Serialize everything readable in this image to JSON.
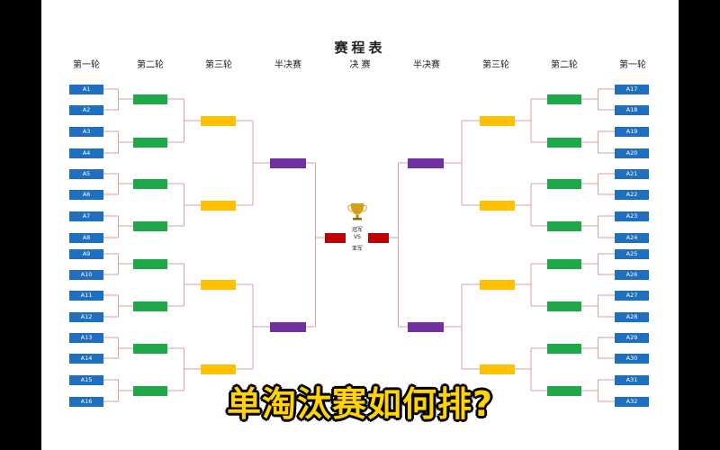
{
  "title": "赛程表",
  "round_headers": [
    "第一轮",
    "第二轮",
    "第三轮",
    "半决赛",
    "决 赛",
    "半决赛",
    "第三轮",
    "第二轮",
    "第一轮"
  ],
  "left_teams": [
    "A1",
    "A2",
    "A3",
    "A4",
    "A5",
    "A6",
    "A7",
    "A8",
    "A9",
    "A10",
    "A11",
    "A12",
    "A13",
    "A14",
    "A15",
    "A16"
  ],
  "right_teams": [
    "A17",
    "A18",
    "A19",
    "A20",
    "A21",
    "A22",
    "A23",
    "A24",
    "A25",
    "A26",
    "A27",
    "A28",
    "A29",
    "A30",
    "A31",
    "A32"
  ],
  "final": {
    "champion": "冠军",
    "vs": "VS",
    "runner_up": "亚军",
    "trophy_icon": "trophy-icon"
  },
  "colors": {
    "team": "#1e6fc0",
    "round2": "#1fa84a",
    "round3": "#ffc000",
    "semifinal": "#7030a0",
    "final": "#c00000",
    "lines": "#d9a0a0",
    "overlay_text": "#ffd400"
  },
  "overlay_caption": "单淘汰赛如何排?"
}
